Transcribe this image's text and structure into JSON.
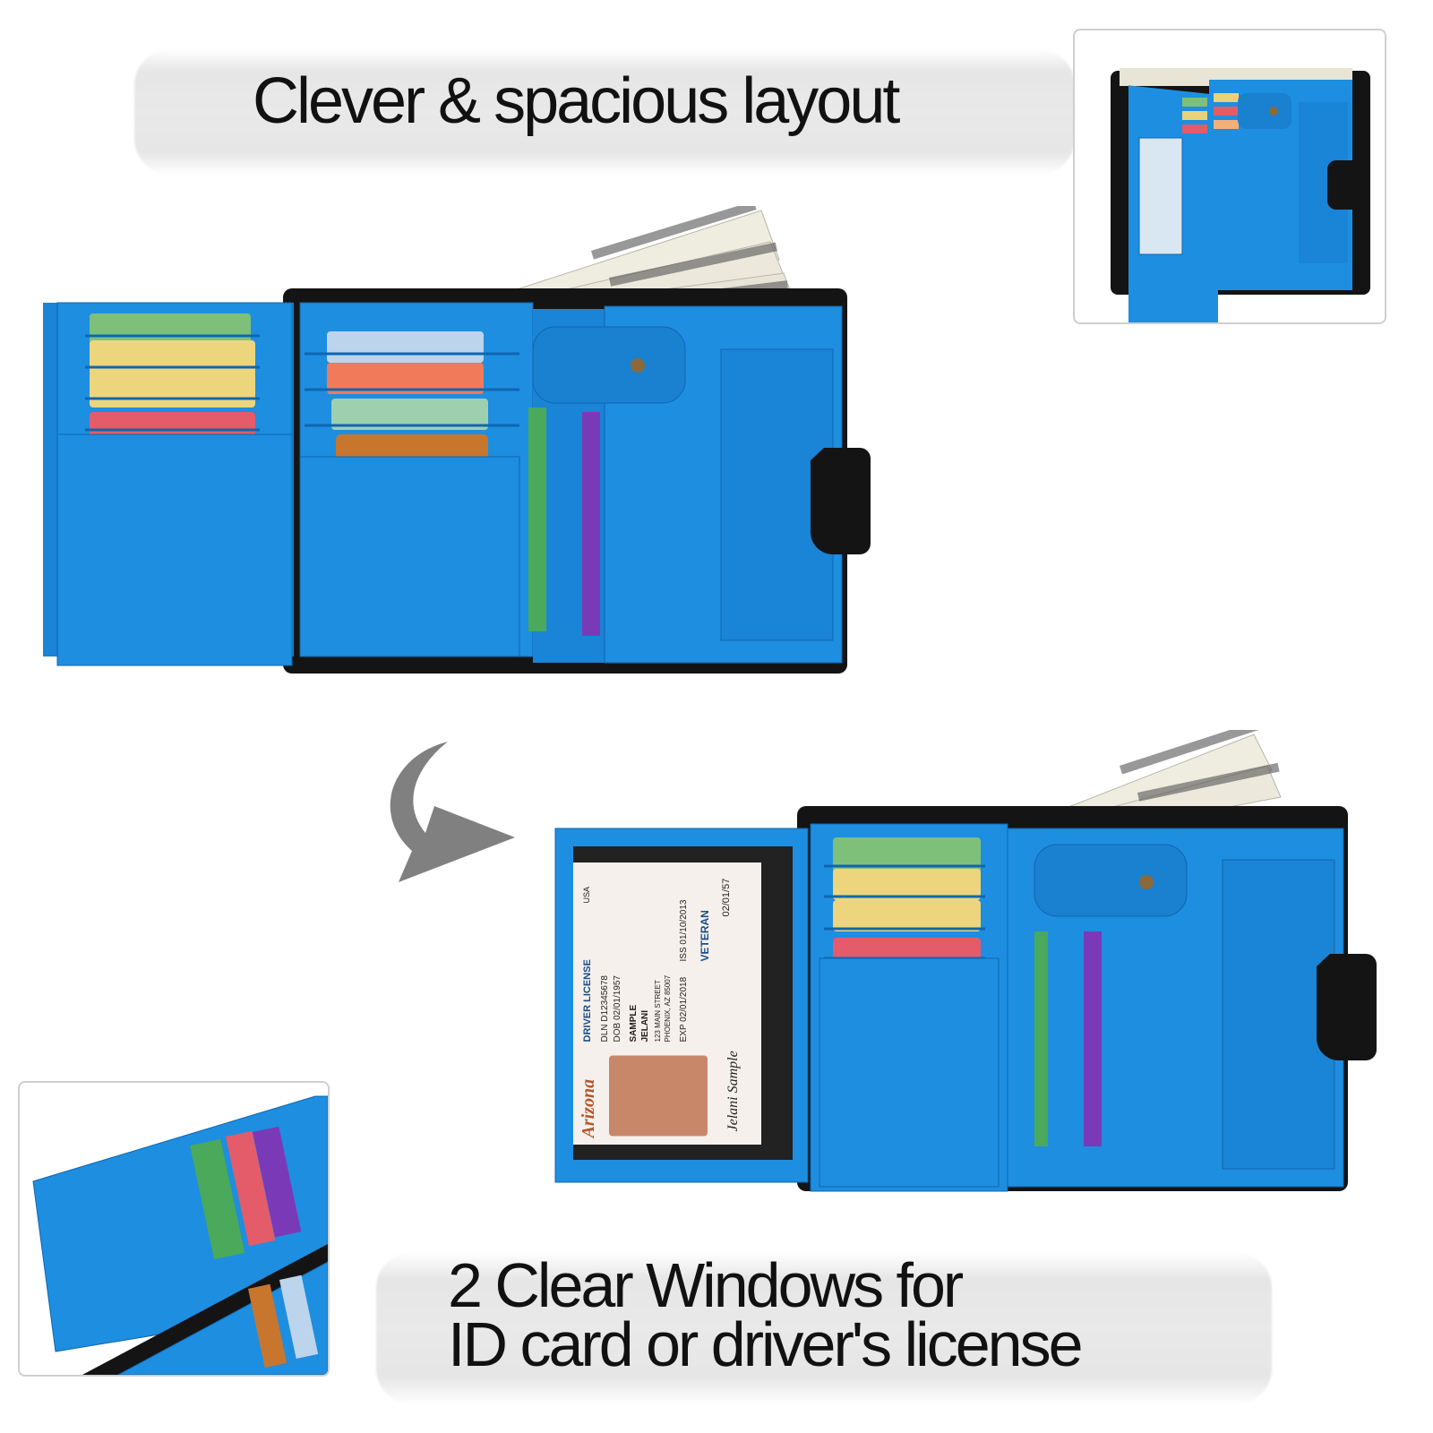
{
  "headline_top": "Clever & spacious layout",
  "headline_bottom_line1": "2 Clear Windows for",
  "headline_bottom_line2": "ID card or driver's license",
  "colors": {
    "leather_blue": "#1e8ee0",
    "leather_blue_dark": "#1470bd",
    "leather_black": "#141414",
    "brush_gray": "#e6e6e6",
    "arrow_gray": "#808080"
  },
  "license_card": {
    "state": "Arizona",
    "country": "USA",
    "title": "DRIVER LICENSE",
    "dln": "DLN D12345678",
    "dob": "DOB 02/01/1957",
    "iss": "ISS 01/10/2013",
    "exp": "EXP 02/01/2018",
    "name_last": "SAMPLE",
    "name_first": "JELANI",
    "address1": "123 MAIN STREET",
    "address2": "PHOENIX, AZ 85007",
    "veteran": "VETERAN",
    "side_date": "02/01/57",
    "signature": "Jelani Sample"
  },
  "icons": [
    "curved-arrow-icon",
    "snap-button-icon"
  ]
}
